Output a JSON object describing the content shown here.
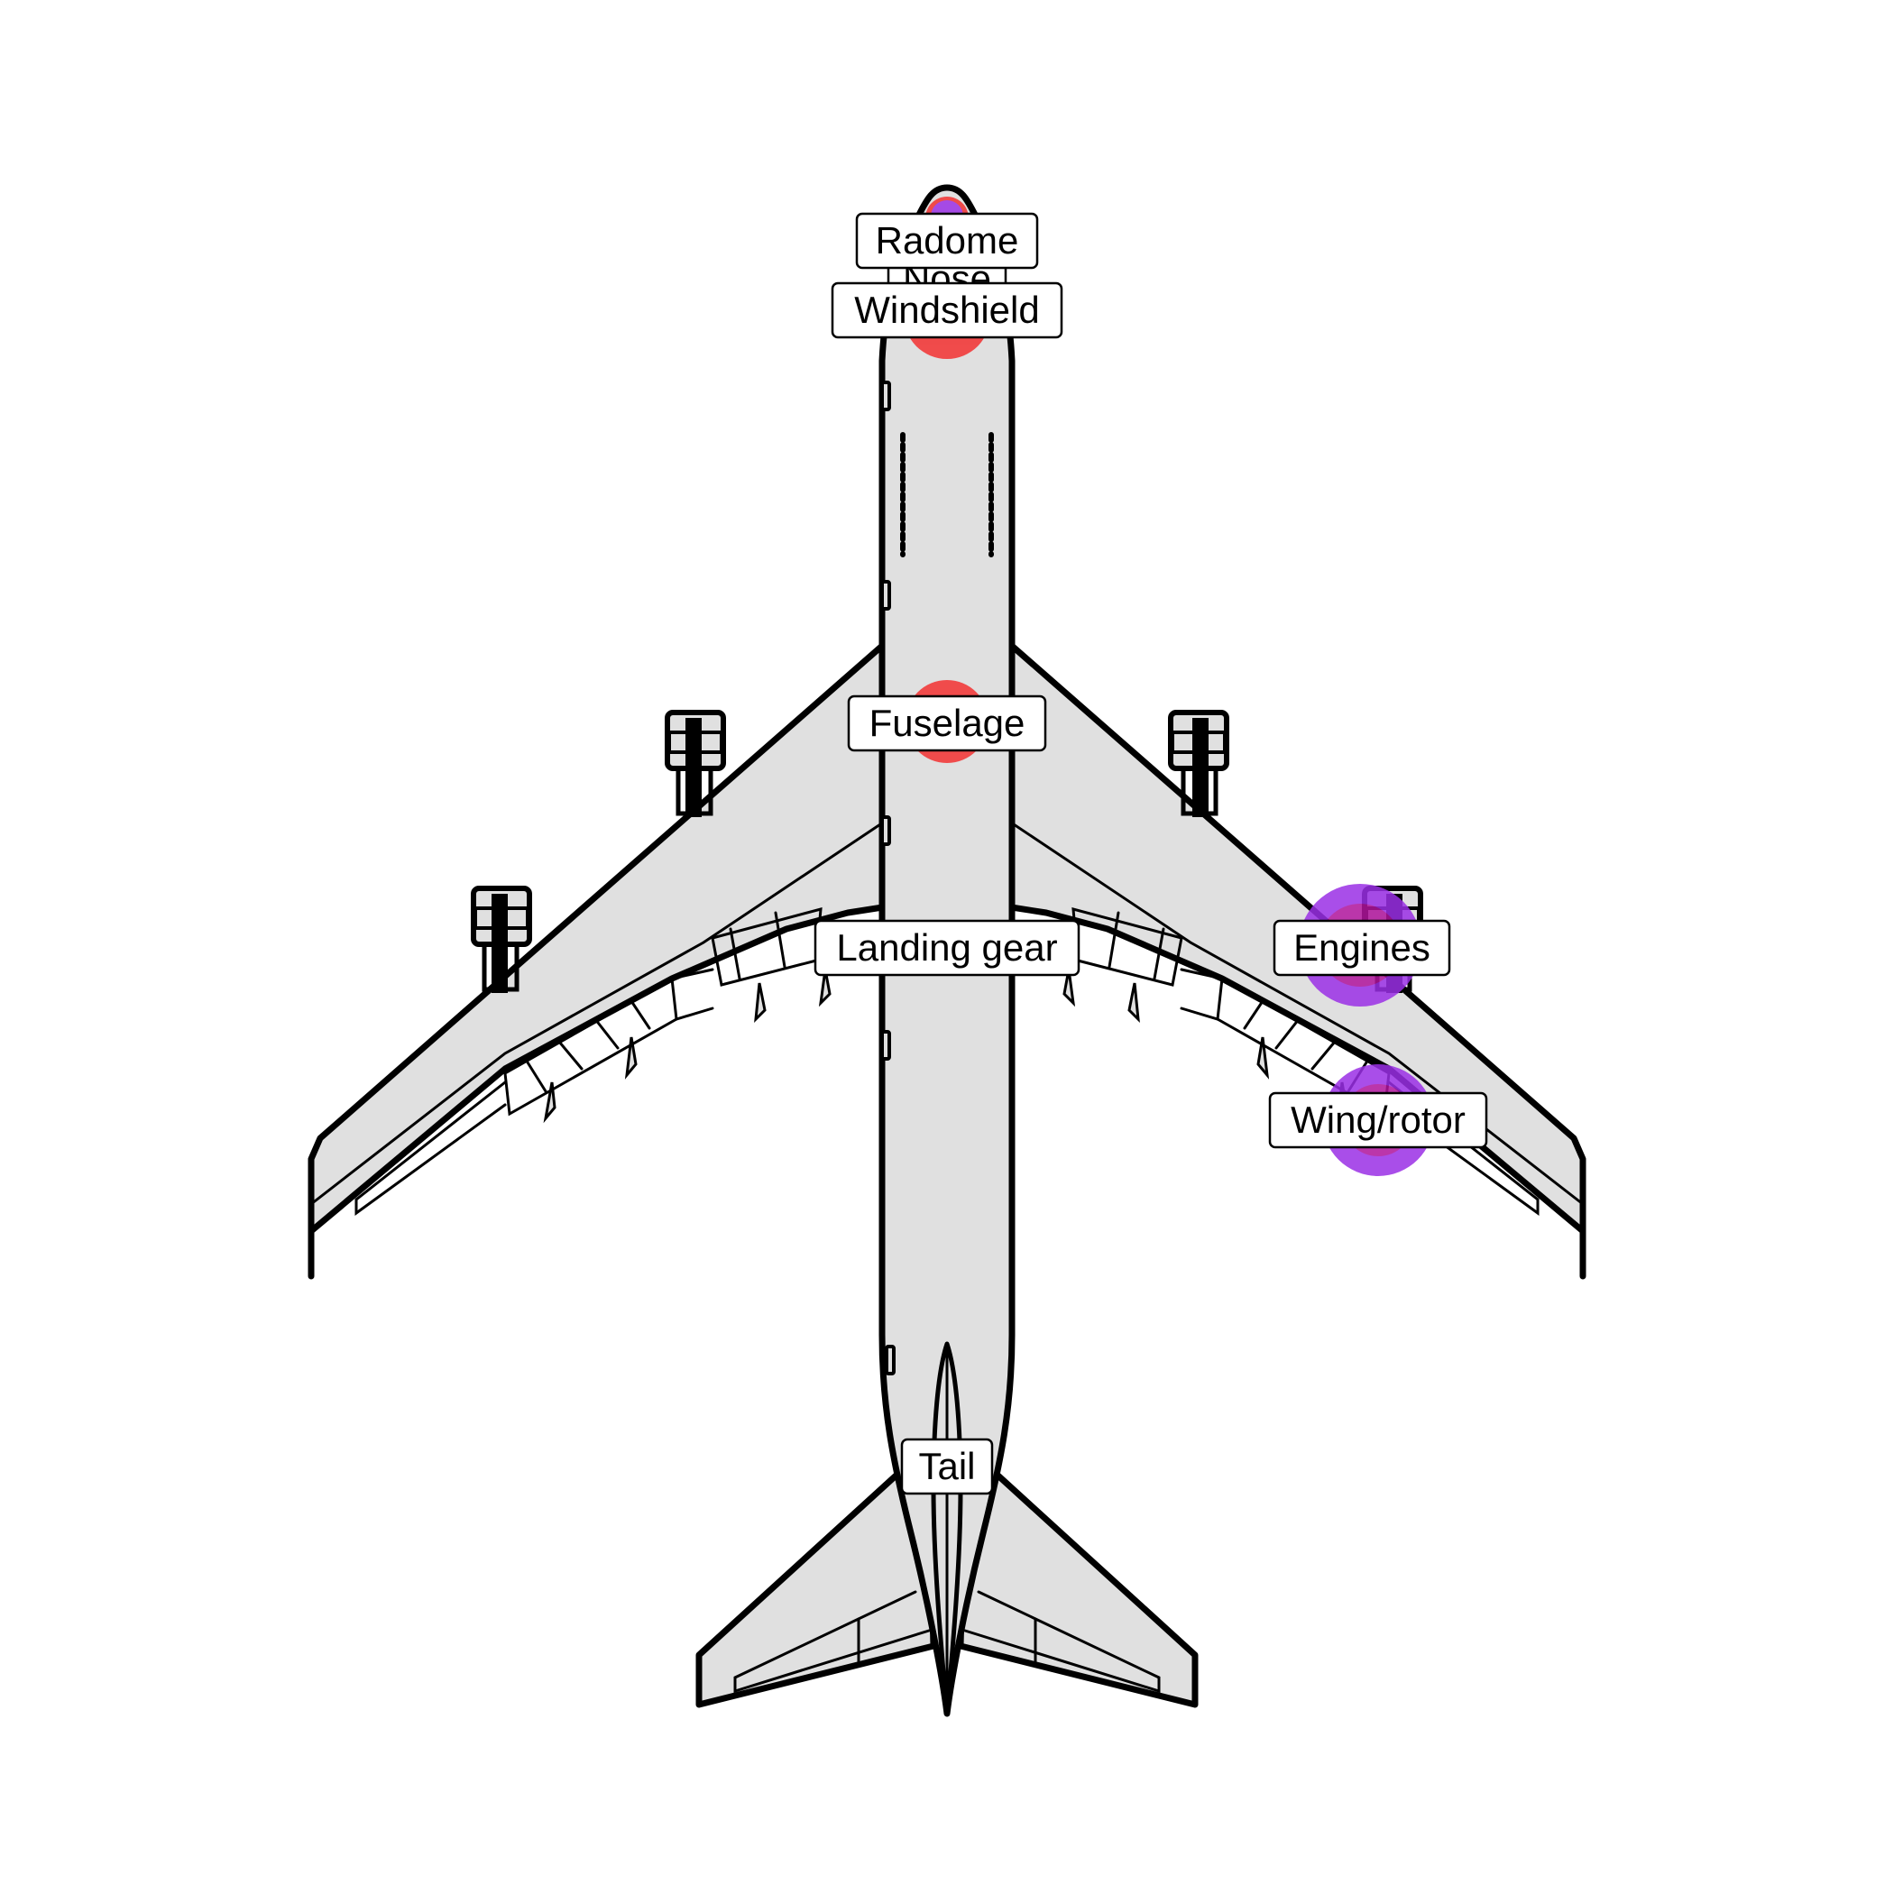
{
  "diagram": {
    "colors": {
      "aircraft_fill": "#e0e0e0",
      "outline": "#000000",
      "strike_red": "#f23030",
      "strike_purple": "#9b30e6",
      "strike_overlap": "#b0149c"
    },
    "regions": [
      {
        "id": "radome",
        "label": "Radome",
        "markers": [
          "strike_purple",
          "strike_red"
        ]
      },
      {
        "id": "nose",
        "label": "Nose",
        "markers": [
          "strike_red"
        ]
      },
      {
        "id": "windshield",
        "label": "Windshield",
        "markers": [
          "strike_red"
        ]
      },
      {
        "id": "fuselage",
        "label": "Fuselage",
        "markers": [
          "strike_red"
        ]
      },
      {
        "id": "landing-gear",
        "label": "Landing gear",
        "markers": []
      },
      {
        "id": "engines",
        "label": "Engines",
        "markers": [
          "strike_purple",
          "strike_overlap"
        ]
      },
      {
        "id": "wing-rotor",
        "label": "Wing/rotor",
        "markers": [
          "strike_purple",
          "strike_overlap"
        ]
      },
      {
        "id": "tail",
        "label": "Tail",
        "markers": []
      }
    ]
  }
}
